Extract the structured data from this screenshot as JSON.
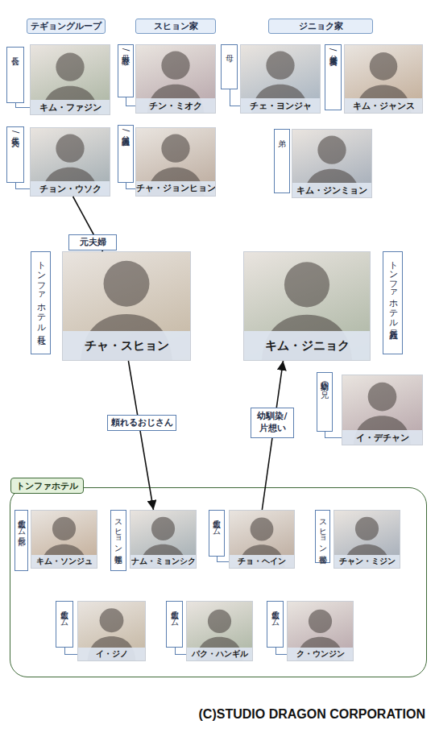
{
  "diagram": {
    "nodes": [
      {
        "text": [
          "テギョングループ"
        ]
      },
      {
        "text": [
          "スヒョン家"
        ]
      },
      {
        "text": [
          "ジニョク家"
        ]
      },
      {
        "text": [
          "会長",
          "キム・ファジン"
        ]
      },
      {
        "text": [
          "母/野心家",
          "チン・ミオク"
        ]
      },
      {
        "text": [
          "母",
          "チェ・ヨンジャ"
        ]
      },
      {
        "text": [
          "父/果実店経営",
          "キム・ジャンス"
        ]
      },
      {
        "text": [
          "代表/元夫",
          "チョン・ウソク"
        ]
      },
      {
        "text": [
          "父/国会議員",
          "チャ・ジョンヒョン"
        ]
      },
      {
        "text": [
          "弟",
          "キム・ジンミョン"
        ]
      },
      {
        "text": [
          "トンファホテル社長",
          "チャ・スヒョン"
        ]
      },
      {
        "text": [
          "トンファホテル新入社員",
          "キム・ジニョク"
        ]
      },
      {
        "text": [
          "幼馴染の兄",
          "イ・デチャン"
        ]
      },
      {
        "text": [
          "トンファホテル"
        ]
      },
      {
        "text": [
          "広報チーム部長",
          "キム・ソンジュ"
        ],
        "in": 13
      },
      {
        "text": [
          "スヒョン運転手",
          "ナム・ミョンシク"
        ],
        "in": 13
      },
      {
        "text": [
          "広報チーム",
          "チョ・ヘイン"
        ],
        "in": 13
      },
      {
        "text": [
          "スヒョン秘書",
          "チャン・ミジン"
        ],
        "in": 13
      },
      {
        "text": [
          "広報チーム",
          "イ・ジノ"
        ],
        "in": 13
      },
      {
        "text": [
          "広報チーム",
          "パク・ハンギル"
        ],
        "in": 13
      },
      {
        "text": [
          "広報チーム",
          "ク・ウンジン"
        ],
        "in": 13
      }
    ],
    "edges": [
      {
        "from": 7,
        "to": 10,
        "label": "元夫婦",
        "arrow": "none"
      },
      {
        "from": 10,
        "to": 15,
        "label": "頼れるおじさん",
        "arrow": "to"
      },
      {
        "from": 16,
        "to": 11,
        "label": "幼馴染/片想い",
        "arrow": "to"
      }
    ],
    "labels": [
      "(C)STUDIO DRAGON CORPORATION"
    ]
  }
}
